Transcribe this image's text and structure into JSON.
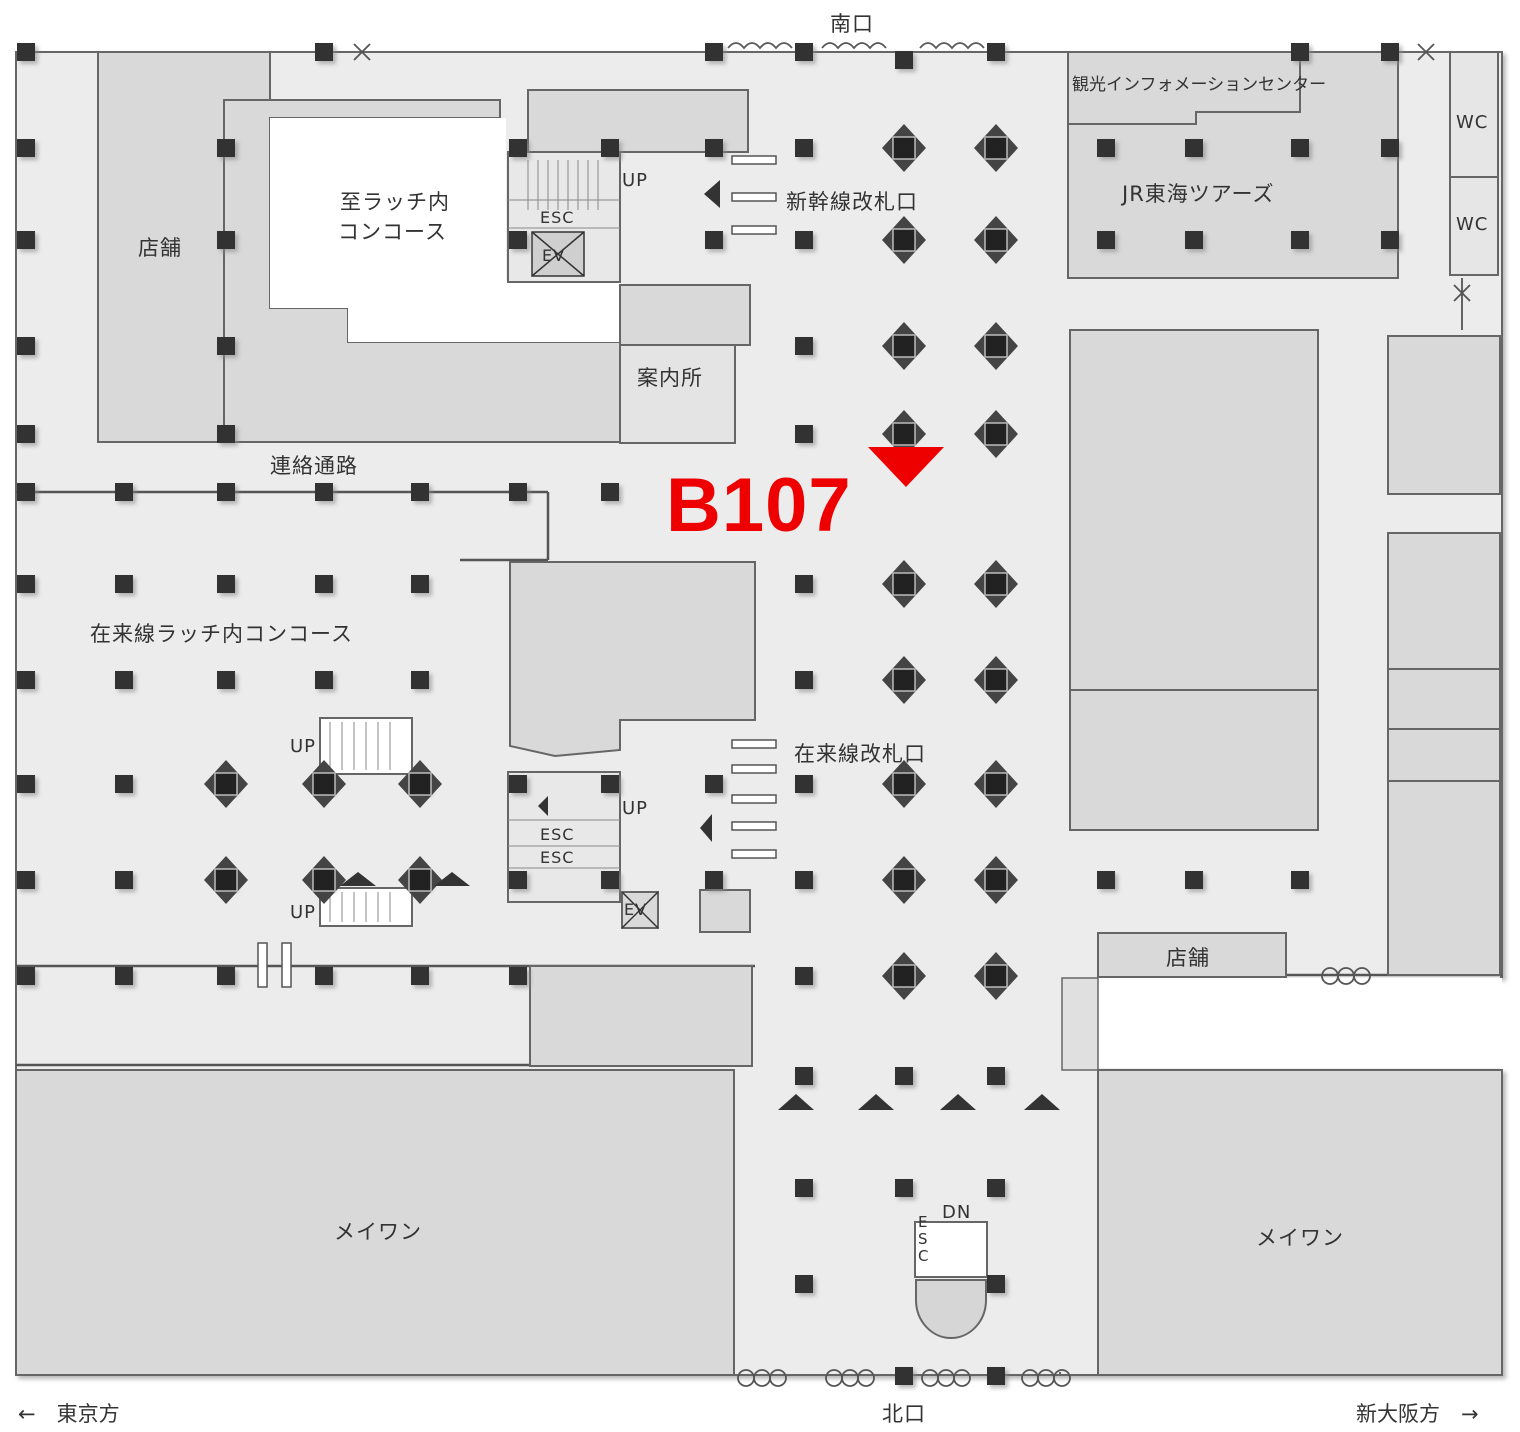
{
  "marker": {
    "label": "B107",
    "color": "#ee0000"
  },
  "labels": {
    "south_exit": "南口",
    "north_exit": "北口",
    "tourist_info": "観光インフォメーションセンター",
    "wc1": "WC",
    "wc2": "WC",
    "jr_tours": "JR東海ツアーズ",
    "shop_left": "店舗",
    "concourse_to_1": "至ラッチ内",
    "concourse_to_2": "コンコース",
    "up_top": "UP",
    "esc_top": "ESC",
    "ev_top": "EV",
    "shinkansen_gate": "新幹線改札口",
    "info_desk": "案内所",
    "passage": "連絡通路",
    "zairaisen_concourse": "在来線ラッチ内コンコース",
    "up_mid1": "UP",
    "up_mid2": "UP",
    "esc_mid1": "ESC",
    "esc_mid2": "ESC",
    "up_low": "UP",
    "ev_low": "EV",
    "zairaisen_gate": "在来線改札口",
    "shop_right": "店舗",
    "meiwan_left": "メイワン",
    "meiwan_right": "メイワン",
    "dn": "DN",
    "esc_vertical": "ESC"
  },
  "directions": {
    "left": "←　東京方",
    "right": "新大阪方　→"
  },
  "colors": {
    "floor": "#ececec",
    "room": "#d9d9d9",
    "wall": "#555555",
    "pillar": "#333333"
  }
}
